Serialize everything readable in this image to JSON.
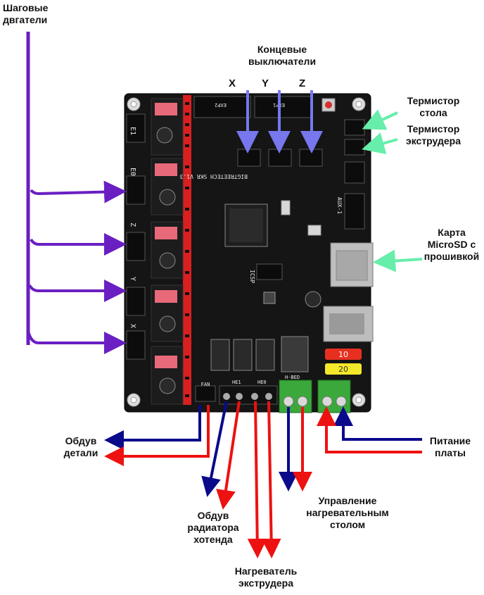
{
  "labels": {
    "steppers": [
      "Шаговые",
      "двгатели"
    ],
    "endstops": [
      "Концевые",
      "выключатели"
    ],
    "axis_x": "X",
    "axis_y": "Y",
    "axis_z": "Z",
    "thermistor_bed": [
      "Термистор",
      "стола"
    ],
    "thermistor_extruder": [
      "Термистор",
      "экструдера"
    ],
    "sd_card": [
      "Карта",
      "MicroSD с",
      "прошивкой"
    ],
    "part_fan": [
      "Обдув",
      "детали"
    ],
    "board_power": [
      "Питание",
      "платы"
    ],
    "hotend_fan": [
      "Обдув",
      "радиатора",
      "хотенда"
    ],
    "bed_control": [
      "Управление",
      "нагревательным",
      "столом"
    ],
    "extruder_heater": [
      "Нагреватель",
      "экструдера"
    ]
  },
  "board": {
    "name": "BIGTREETECH SKR V1.3",
    "silk": {
      "exp2": "EXP2",
      "exp1": "EXP1",
      "fan": "FAN",
      "he1": "HE1",
      "he0": "HE0",
      "hbed": "H-BED",
      "aux": "AUX-1",
      "isp": "ICSP",
      "fuse1": "10",
      "fuse2": "20",
      "e1": "E1",
      "e0": "E0",
      "z": "Z",
      "y": "Y",
      "x": "X"
    }
  },
  "colors": {
    "stepper_arrows": "#6a1fc2",
    "endstop_arrows": "#7777ee",
    "thermistor_arrows": "#66eeaa",
    "sd_arrow": "#66eeaa",
    "blue_wire": "#0a0a8a",
    "red_wire": "#ee1111",
    "board": "#151515",
    "pcb_red": "#d82020",
    "terminal_green": "#3aa83a"
  }
}
